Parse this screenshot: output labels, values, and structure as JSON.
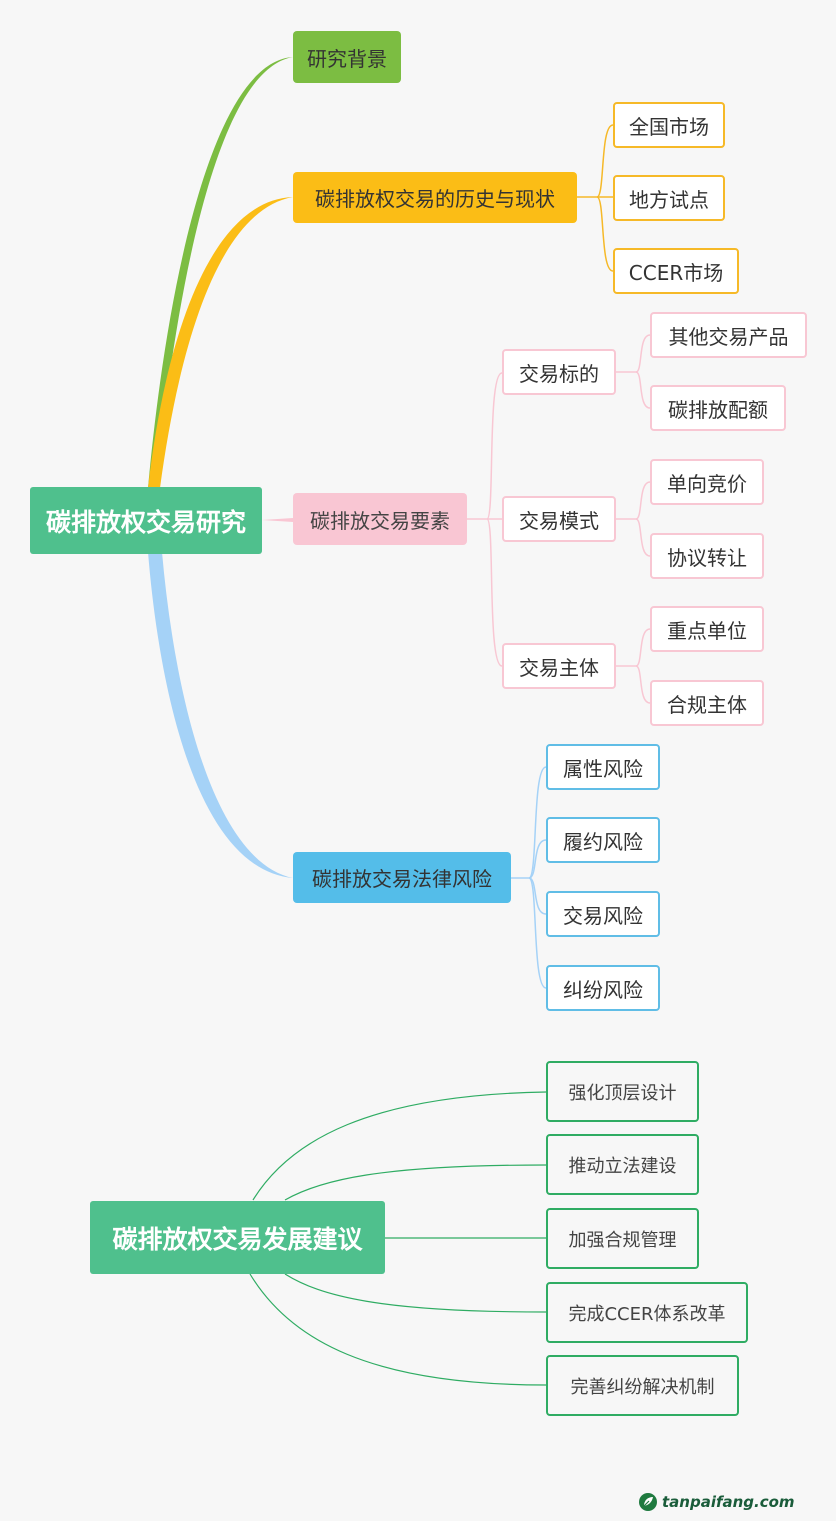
{
  "mindmap1": {
    "root": "碳排放权交易研究",
    "branches": {
      "background": "研究背景",
      "history": "碳排放权交易的历史与现状",
      "elements": "碳排放交易要素",
      "risks": "碳排放交易法律风险"
    },
    "history_items": [
      "全国市场",
      "地方试点",
      "CCER市场"
    ],
    "elements_sub": {
      "subject_matter": "交易标的",
      "subject_matter_items": [
        "其他交易产品",
        "碳排放配额"
      ],
      "mode": "交易模式",
      "mode_items": [
        "单向竞价",
        "协议转让"
      ],
      "parties": "交易主体",
      "parties_items": [
        "重点单位",
        "合规主体"
      ]
    },
    "risk_items": [
      "属性风险",
      "履约风险",
      "交易风险",
      "纠纷风险"
    ]
  },
  "mindmap2": {
    "root": "碳排放权交易发展建议",
    "items": [
      "强化顶层设计",
      "推动立法建设",
      "加强合规管理",
      "完成CCER体系改革",
      "完善纠纷解决机制"
    ]
  },
  "colors": {
    "root": "#4fc08d",
    "green": "#7cbd42",
    "yellow": "#fbbd16",
    "pink": "#f9c6d3",
    "blue": "#54bde9",
    "suggestion_border": "#2fac63"
  },
  "watermark": {
    "text": "tanpaifang.com",
    "icon": "leaf-logo-icon"
  }
}
